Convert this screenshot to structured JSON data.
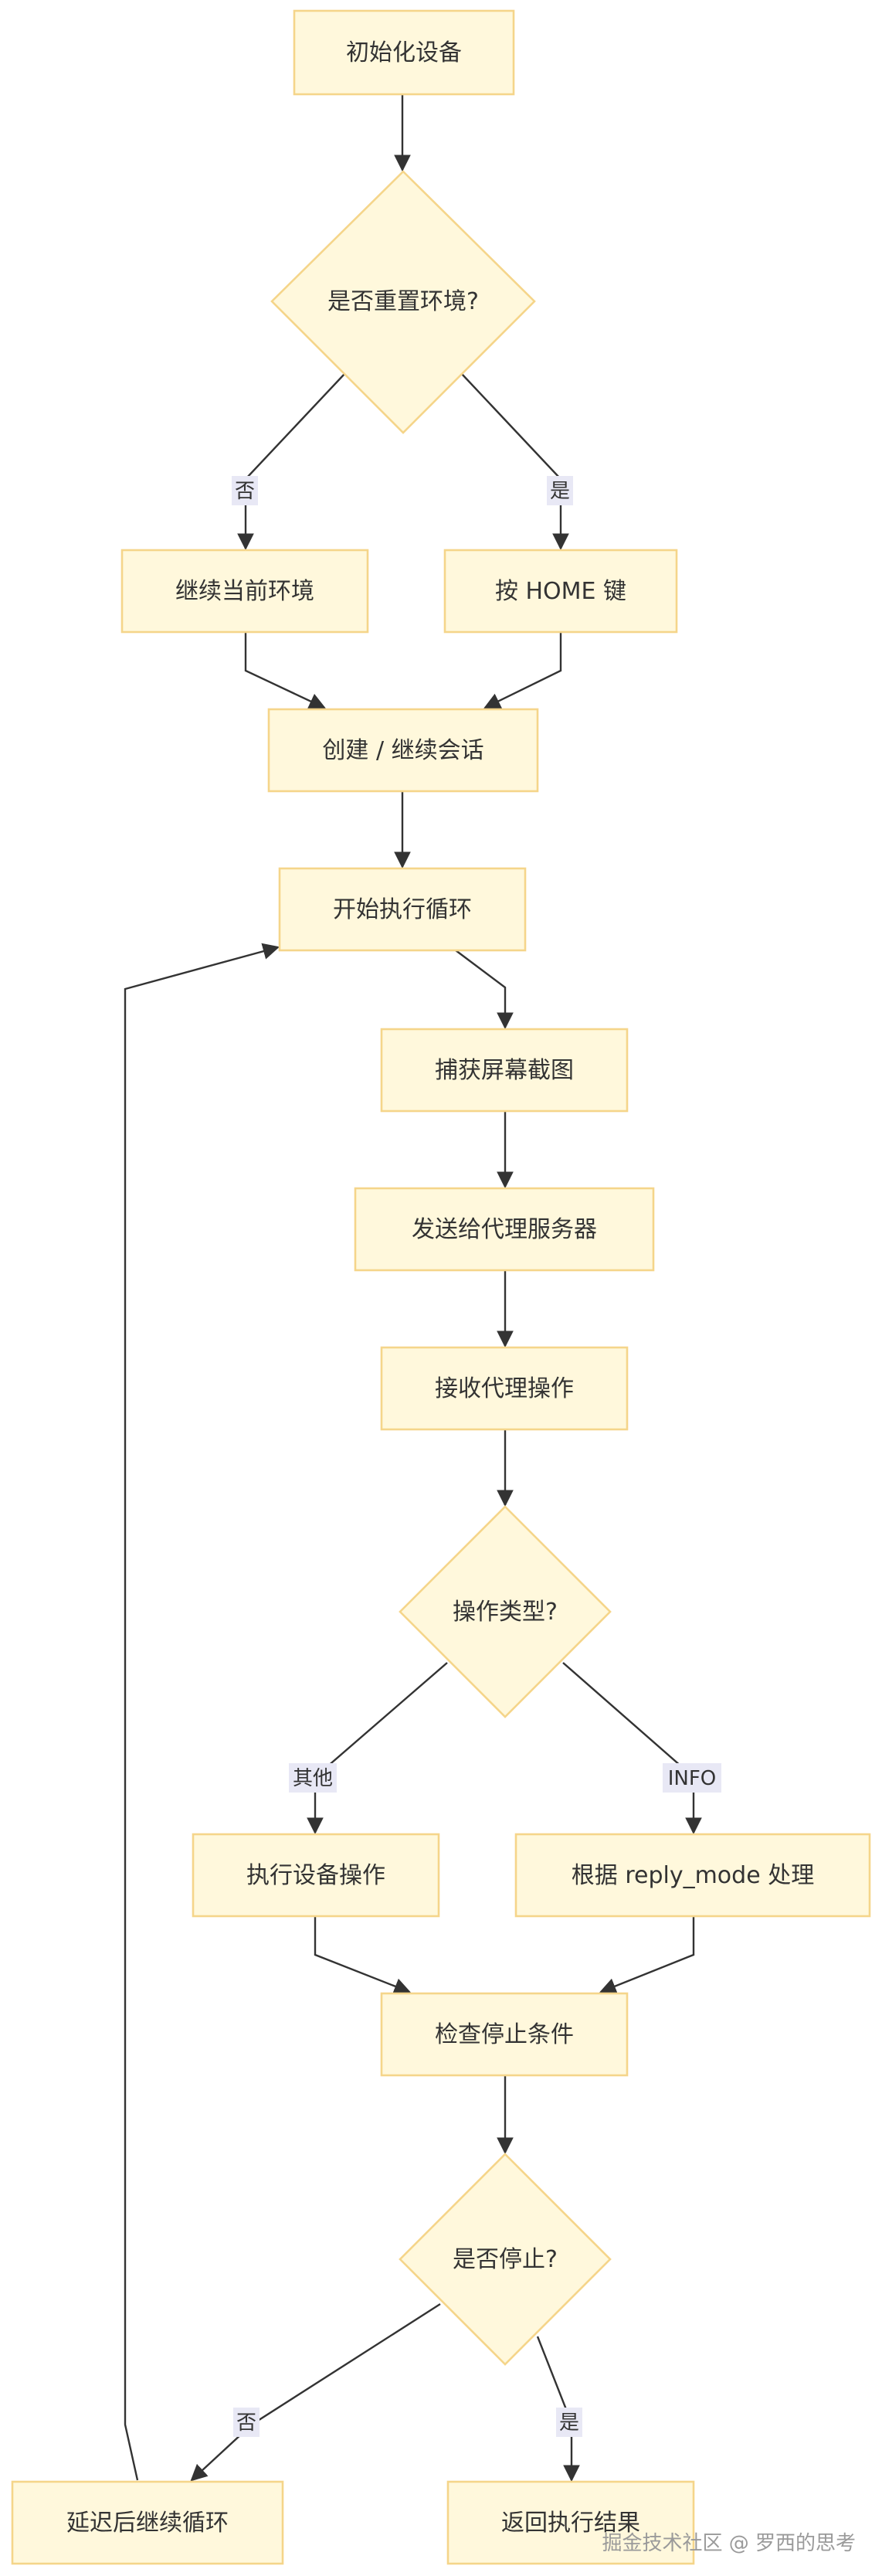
{
  "nodes": {
    "init_device": "初始化设备",
    "reset_env_decision": "是否重置环境?",
    "continue_env": "继续当前环境",
    "press_home": "按 HOME 键",
    "create_session": "创建 / 继续会话",
    "start_loop": "开始执行循环",
    "capture_screenshot": "捕获屏幕截图",
    "send_to_agent": "发送给代理服务器",
    "receive_action": "接收代理操作",
    "action_type_decision": "操作类型?",
    "execute_device_action": "执行设备操作",
    "handle_reply_mode": "根据 reply_mode 处理",
    "check_stop": "检查停止条件",
    "stop_decision": "是否停止?",
    "delay_continue": "延迟后继续循环",
    "return_result": "返回执行结果"
  },
  "edge_labels": {
    "no_reset": "否",
    "yes_reset": "是",
    "other": "其他",
    "info": "INFO",
    "no_stop": "否",
    "yes_stop": "是"
  },
  "watermark": "掘金技术社区 @ 罗西的思考",
  "colors": {
    "node_fill": "#fff8dc",
    "node_stroke": "#f5d58a",
    "edge": "#333333",
    "edge_label_bg": "#e8e8f5"
  }
}
